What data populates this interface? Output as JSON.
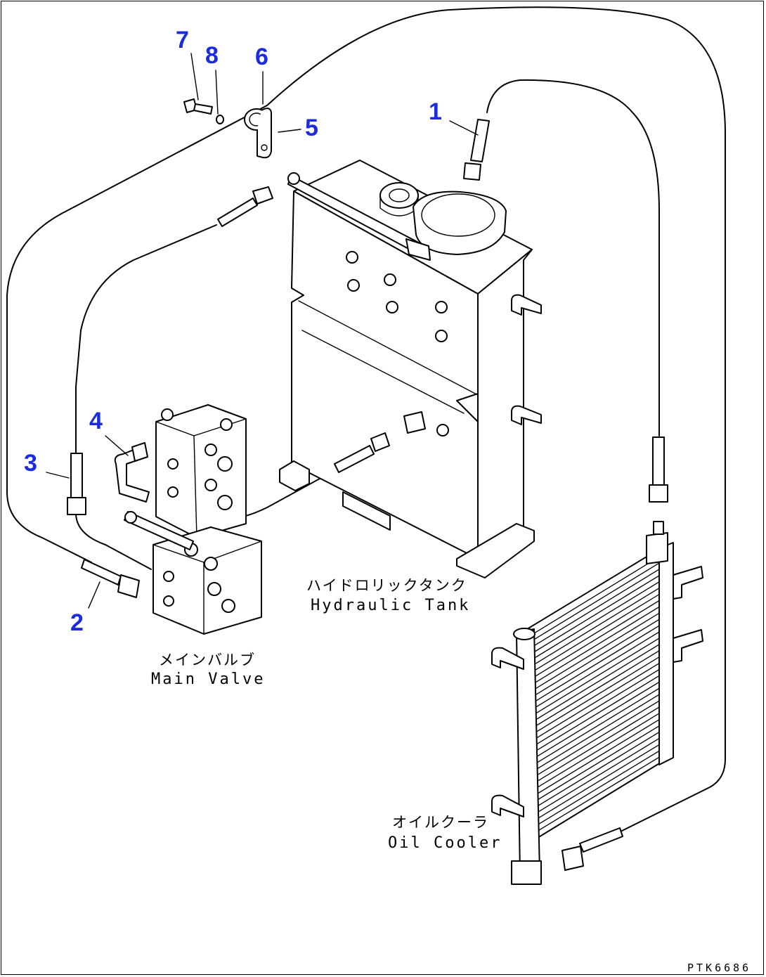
{
  "callouts": [
    {
      "id": "1",
      "text": "1"
    },
    {
      "id": "2",
      "text": "2"
    },
    {
      "id": "3",
      "text": "3"
    },
    {
      "id": "4",
      "text": "4"
    },
    {
      "id": "5",
      "text": "5"
    },
    {
      "id": "6",
      "text": "6"
    },
    {
      "id": "7",
      "text": "7"
    },
    {
      "id": "8",
      "text": "8"
    }
  ],
  "labels": {
    "hydraulic_tank_jp": "ハイドロリックタンク",
    "hydraulic_tank_en": "Hydraulic Tank",
    "main_valve_jp": "メインバルブ",
    "main_valve_en": "Main Valve",
    "oil_cooler_jp": "オイルクーラ",
    "oil_cooler_en": "Oil Cooler"
  },
  "drawing_code": "PTK6686",
  "colors": {
    "callout": "#1a2be0",
    "line": "#000000",
    "background": "#ffffff"
  }
}
